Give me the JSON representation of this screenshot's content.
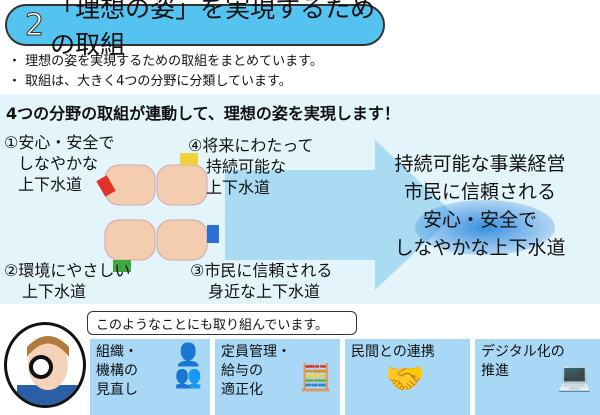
{
  "title": {
    "number": "2",
    "text": "「理想の姿」を実現するための取組"
  },
  "bullets": [
    "理想の姿を実現するための取組をまとめています。",
    "取組は、大きく4つの分野に分類しています。"
  ],
  "band": {
    "heading": "4つの分野の取組が連動して、理想の姿を実現します！",
    "items": [
      {
        "l1": "①安心・安全で",
        "l2": "しなやかな",
        "l3": "上下水道"
      },
      {
        "l1": "④将来にわたって",
        "l2": "持続可能な",
        "l3": "上下水道"
      },
      {
        "l1": "②環境にやさしい",
        "l2": "上下水道"
      },
      {
        "l1": "③市民に信頼される",
        "l2": "身近な上下水道"
      }
    ],
    "goals": [
      "持続可能な事業経営",
      "市民に信頼される",
      "安心・安全で",
      "しなやかな上下水道"
    ]
  },
  "bubble": "このようなことにも取り組んでいます。",
  "cards": [
    {
      "l1": "組織・",
      "l2": "機構の",
      "l3": "見直し",
      "icon": "org-chart-icon"
    },
    {
      "l1": "定員管理・",
      "l2": "給与の",
      "l3": "適正化",
      "icon": "calculator-documents-icon"
    },
    {
      "l1": "民間との連携",
      "icon": "handshake-icon"
    },
    {
      "l1": "デジタル化の",
      "l2": "推進",
      "icon": "digital-worker-icon"
    }
  ],
  "colors": {
    "title_bg": "#55c3ef",
    "band_bg": "#e4f4fb",
    "card_bg": "#a8d8f5"
  }
}
